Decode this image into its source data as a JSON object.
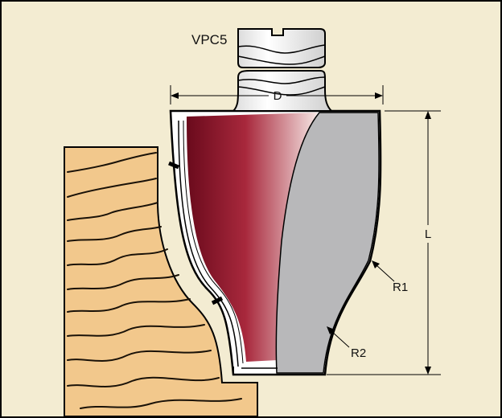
{
  "diagram": {
    "model": "VPC5",
    "labels": {
      "diameter": "D",
      "length": "L",
      "radius_1": "R1",
      "radius_2": "R2"
    },
    "colors": {
      "background": "#f3ecd2",
      "wood": "#f2c88c",
      "wood_grain": "#1a1208",
      "cutter_red": "#8c1428",
      "cutter_grey": "#b8b8ba",
      "shank": "#ffffff",
      "outline": "#000000"
    }
  }
}
